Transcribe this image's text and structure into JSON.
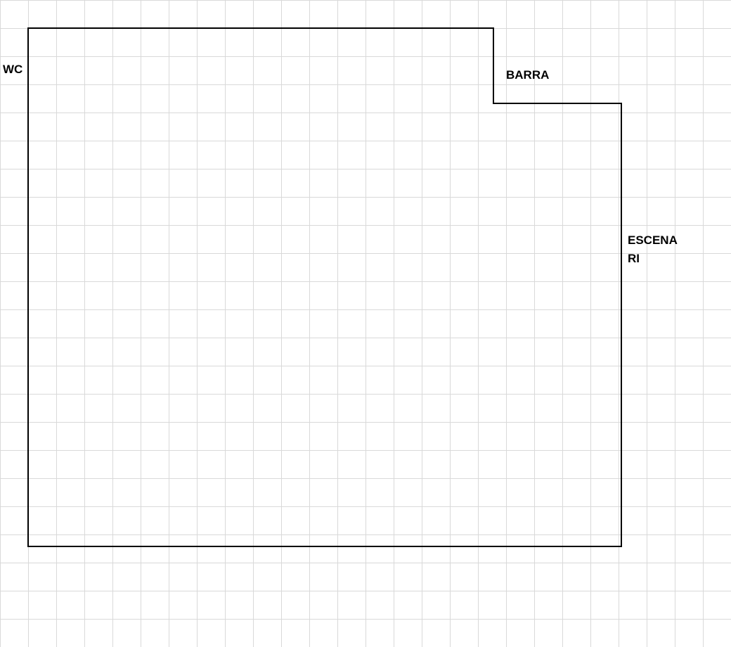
{
  "labels": {
    "wc": "WC",
    "barra": "BARRA",
    "escena_line1": "ESCENA",
    "escena_line2": "RI"
  },
  "colors": {
    "outline": "#000000",
    "grid": "#d9d9d9",
    "background": "#ffffff"
  }
}
